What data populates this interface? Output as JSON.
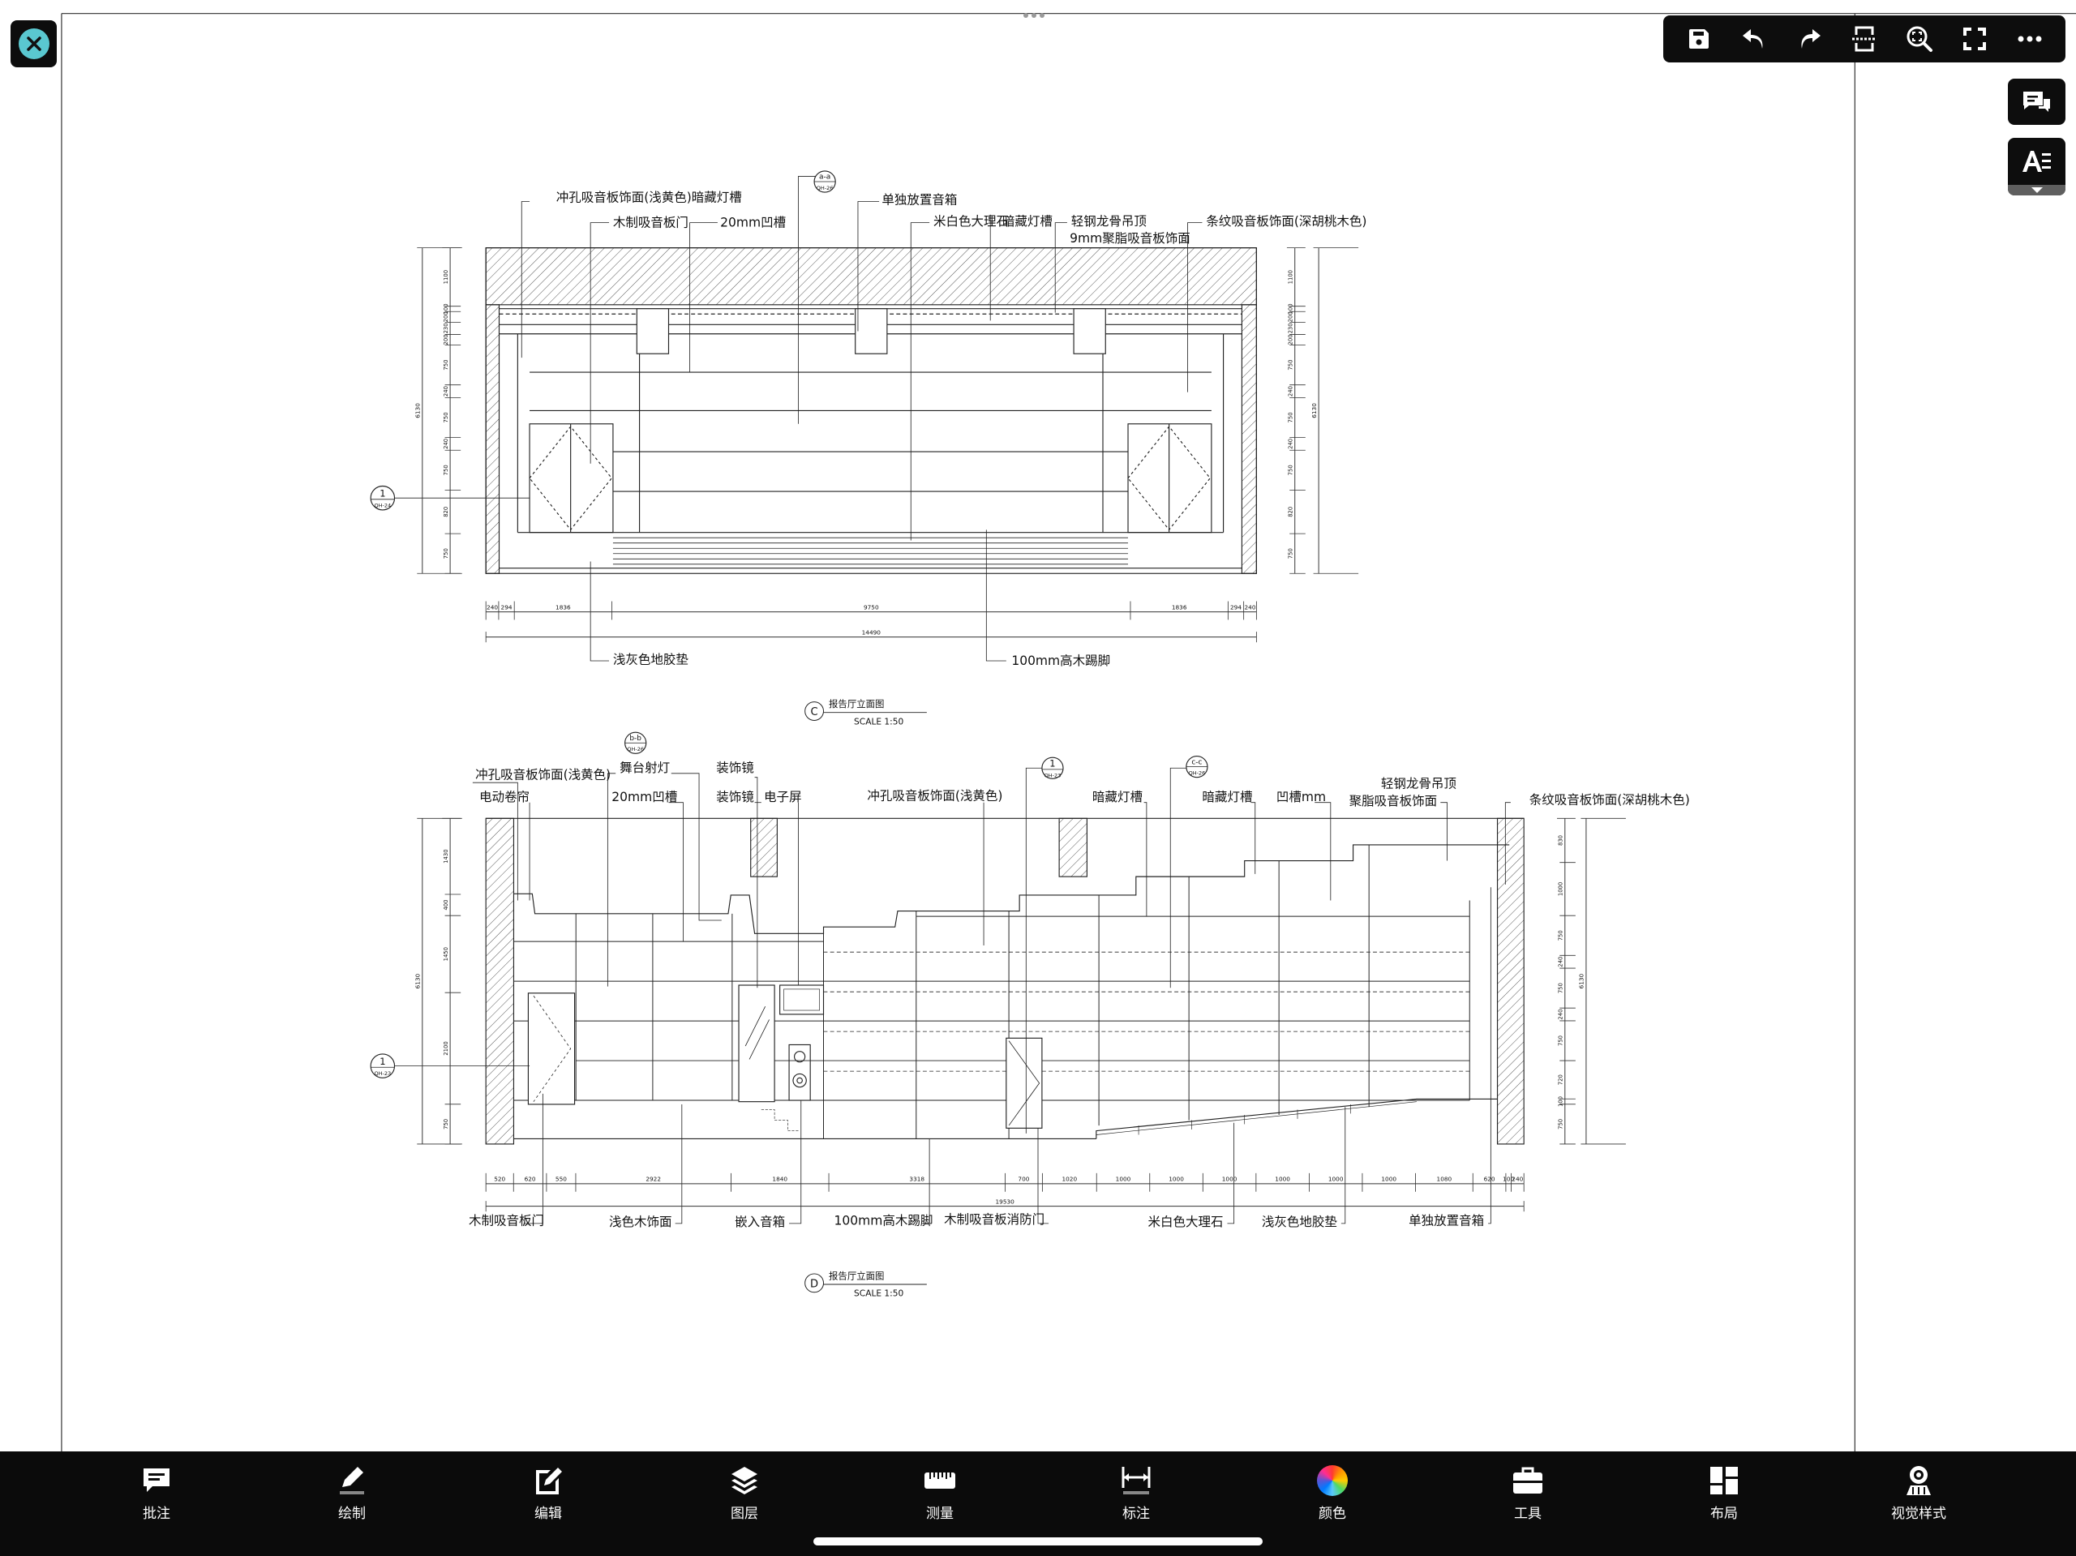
{
  "toolbar": {
    "icons": [
      "save-icon",
      "undo-icon",
      "redo-icon",
      "section-cut-icon",
      "zoom-fit-icon",
      "fullscreen-icon",
      "more-icon"
    ]
  },
  "side_buttons": [
    "comments-icon",
    "text-style-icon"
  ],
  "bottom_bar": {
    "items": [
      {
        "label": "批注",
        "icon": "annotate-icon"
      },
      {
        "label": "绘制",
        "icon": "draw-icon"
      },
      {
        "label": "编辑",
        "icon": "edit-icon"
      },
      {
        "label": "图层",
        "icon": "layers-icon"
      },
      {
        "label": "测量",
        "icon": "measure-icon"
      },
      {
        "label": "标注",
        "icon": "dimension-icon"
      },
      {
        "label": "颜色",
        "icon": "color-wheel-icon"
      },
      {
        "label": "工具",
        "icon": "toolbox-icon"
      },
      {
        "label": "布局",
        "icon": "layout-icon"
      },
      {
        "label": "视觉样式",
        "icon": "visual-style-icon"
      }
    ]
  },
  "drawing_c": {
    "title": "报告厅立面图",
    "scale": "SCALE 1:50",
    "view_letter": "C",
    "labels": [
      "冲孔吸音板饰面(浅黄色)暗藏灯槽",
      "木制吸音板门",
      "20mm凹槽",
      "单独放置音箱",
      "米白色大理石",
      "暗藏灯槽",
      "轻钢龙骨吊顶",
      "9mm聚脂吸音板饰面",
      "条纹吸音板饰面(深胡桃木色)",
      "浅灰色地胶垫",
      "100mm高木踢脚"
    ],
    "markers": [
      {
        "top": "a-a",
        "bottom": "QH-26"
      },
      {
        "top": "1",
        "bottom": "QH-24"
      }
    ],
    "dims_h": [
      240,
      294,
      1836,
      9750,
      1836,
      294,
      240
    ],
    "total_h": 14490,
    "dims_v_left": [
      1100,
      100,
      200,
      230,
      200,
      750,
      240,
      750,
      240,
      750,
      820,
      750
    ],
    "dims_v_right": [
      1100,
      100,
      200,
      230,
      200,
      750,
      240,
      750,
      240,
      750,
      820,
      750
    ],
    "total_v": 6130
  },
  "drawing_d": {
    "title": "报告厅立面图",
    "scale": "SCALE 1:50",
    "view_letter": "D",
    "labels": [
      "冲孔吸音板饰面(浅黄色)",
      "舞台射灯",
      "电动卷帘",
      "20mm凹槽",
      "装饰镜",
      "装饰镜",
      "电子屏",
      "冲孔吸音板饰面(浅黄色)",
      "暗藏灯槽",
      "暗藏灯槽",
      "凹槽mm",
      "轻钢龙骨吊顶",
      "聚脂吸音板饰面",
      "条纹吸音板饰面(深胡桃木色)",
      "木制吸音板门",
      "浅色木饰面",
      "嵌入音箱",
      "100mm高木踢脚",
      "木制吸音板消防门",
      "米白色大理石",
      "浅灰色地胶垫",
      "单独放置音箱"
    ],
    "markers": [
      {
        "top": "b-b",
        "bottom": "QH-26"
      },
      {
        "top": "1",
        "bottom": "QH-23"
      },
      {
        "top": "c-c",
        "bottom": "QH-26"
      },
      {
        "top": "1",
        "bottom": "QH-23"
      }
    ],
    "dims_h": [
      520,
      620,
      550,
      2922,
      1840,
      3318,
      700,
      1020,
      1000,
      1000,
      1000,
      1000,
      1000,
      1000,
      1080,
      620,
      100,
      240
    ],
    "total_h": 19530,
    "dims_v_left": [
      1430,
      400,
      1450,
      2100,
      750
    ],
    "dims_v_right": [
      830,
      1000,
      750,
      240,
      750,
      240,
      750,
      720,
      100,
      750
    ],
    "total_v": 6130
  }
}
